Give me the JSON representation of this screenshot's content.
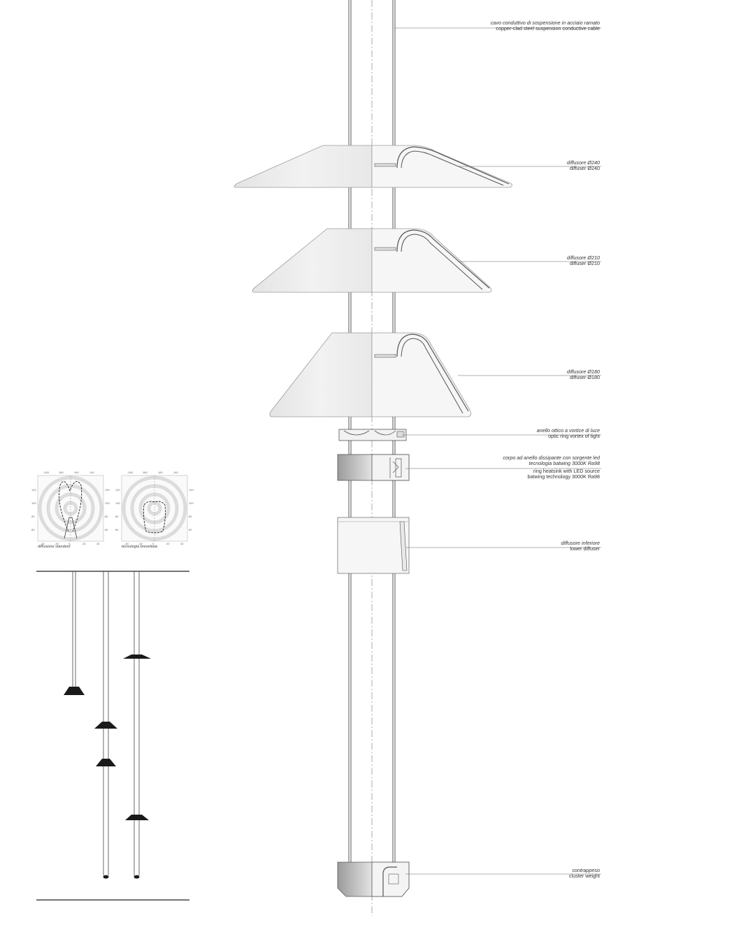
{
  "colors": {
    "line": "#555555",
    "glass": "#ebebeb",
    "glass_edge": "#9a9a9a",
    "section": "#f4f4f4",
    "silhouette": "#1a1a1a",
    "polar_ring": "#d9d9d9"
  },
  "callouts": {
    "cable": {
      "it": "cavo conduttivo di sospensione in acciaio ramato",
      "en": "copper-clad steel suspension conductive cable"
    },
    "d240": {
      "it": "diffusore Ø240",
      "en": "diffuser Ø240"
    },
    "d210": {
      "it": "diffusore Ø210",
      "en": "diffuser Ø210"
    },
    "d180": {
      "it": "diffusore Ø180",
      "en": "diffuser Ø180"
    },
    "optic": {
      "it": "anello ottico a vortice di luce",
      "en": "optic ring  vortex of light"
    },
    "heatsink": {
      "it1": "corpo ad anello dissipante con sorgente led",
      "it2": "tecnologia batwing 3000K Ra98",
      "en1": "ring heatsink with LED source",
      "en2": "batwing technology 3000K Ra98"
    },
    "lower": {
      "it": "diffusore inferiore",
      "en": "lower diffuser"
    },
    "weight": {
      "it": "contrappeso",
      "en": "cluster weight"
    }
  },
  "polar": {
    "left_caption": "diffusione standard",
    "right_caption": "tecnologia brevettata",
    "top_ticks": [
      "-160",
      "180",
      "160",
      "140"
    ],
    "side_ticks": [
      "120",
      "100",
      "80",
      "60"
    ],
    "bottom_ticks": [
      "-40",
      "-20",
      "0",
      "20",
      "40"
    ]
  }
}
